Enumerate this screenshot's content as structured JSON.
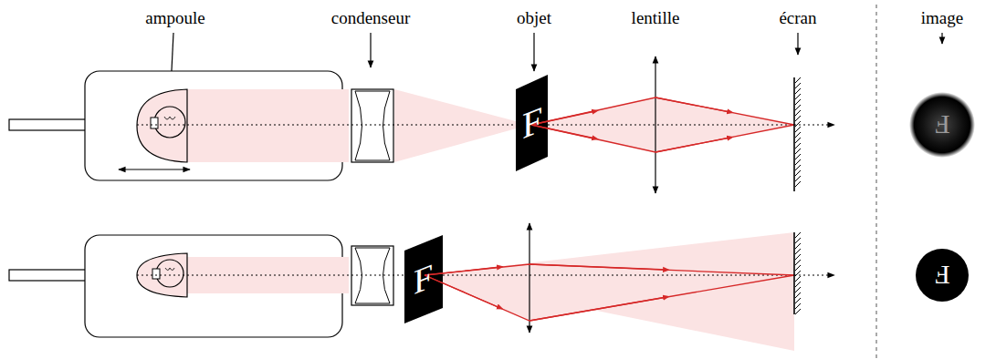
{
  "diagram": {
    "labels": [
      "ampoule",
      "condenseur",
      "objet",
      "lentille",
      "écran",
      "image",
      "F",
      "F",
      "F",
      "F"
    ]
  }
}
